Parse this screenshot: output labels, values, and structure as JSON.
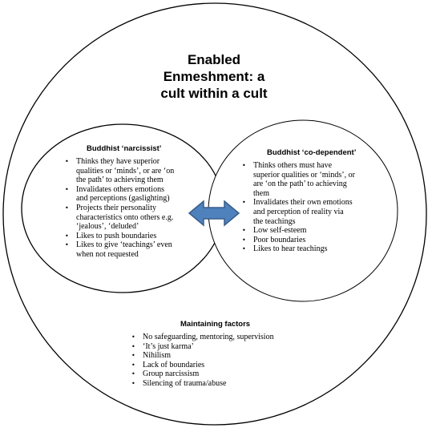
{
  "title": {
    "line1": "Enabled",
    "line2": "Enmeshment: a",
    "line3": "cult within a cult"
  },
  "narcissist": {
    "heading": "Buddhist ‘narcissist’",
    "items": [
      "Thinks they have superior",
      "qualities or ‘minds’, or are ‘on",
      "the path’ to achieving them",
      "Invalidates others emotions",
      "and perceptions (gaslighting)",
      "Projects their personality",
      "characteristics onto others e.g.",
      "‘jealous’, ‘deluded’",
      "Likes to push boundaries",
      "Likes to give ‘teachings’ even",
      "when not requested"
    ]
  },
  "codependent": {
    "heading": "Buddhist ‘co-dependent’",
    "items": [
      "Thinks others must have",
      "superior qualities or ‘minds’, or",
      "are ‘on the path’ to achieving",
      "them",
      "Invalidates their own emotions",
      "and perception of reality via",
      "the teachings",
      "Low self-esteem",
      "Poor boundaries",
      "Likes to hear teachings"
    ]
  },
  "maintaining": {
    "heading": "Maintaining factors",
    "items": [
      "No safeguarding, mentoring, supervision",
      "‘It’s just karma’",
      "Nihilism",
      "Lack of boundaries",
      "Group narcissism",
      "Silencing of trauma/abuse"
    ]
  },
  "colors": {
    "arrow_fill": "#4f81bd",
    "arrow_stroke": "#385d8a",
    "outline": "#000000"
  }
}
